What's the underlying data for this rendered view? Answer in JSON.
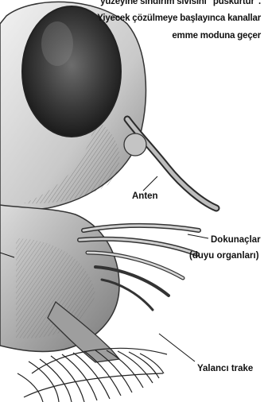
{
  "caption": {
    "line1": "yüzeyine sindirim sıvısını \"püskürtür\".",
    "line2": "Yiyecek çözülmeye başlayınca kanallar",
    "line3": "emme moduna geçer"
  },
  "labels": {
    "antenna": "Anten",
    "tentacles_line1": "Dokunaçlar",
    "tentacles_line2": "(duyu organları)",
    "pseudotrachea": "Yalancı trake"
  }
}
